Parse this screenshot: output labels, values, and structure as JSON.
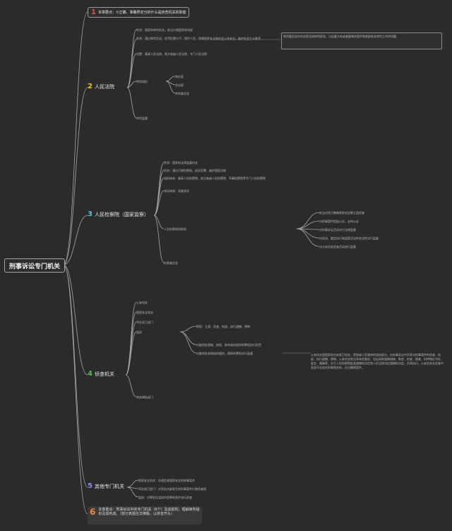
{
  "root": {
    "title": "刑事诉讼专门机关"
  },
  "branches": [
    {
      "num": "1",
      "num_color": "#d9534f",
      "label": "本章要点：①正确、准确界定分析什么是侦查机关的职能",
      "active": false
    },
    {
      "num": "2",
      "num_color": "#f0c419",
      "label": "人民法院",
      "active": false
    },
    {
      "num": "3",
      "num_color": "#5bc0de",
      "label": "人民检察院（国家监察）",
      "active": false
    },
    {
      "num": "4",
      "num_color": "#5cb85c",
      "label": "侦查机关",
      "active": false
    },
    {
      "num": "5",
      "num_color": "#7f8fff",
      "label": "其他专门机关",
      "active": false
    },
    {
      "num": "6",
      "num_color": "#f0883e",
      "label": "本章重点：刑事诉讼中的专门机关（6个）及其职权；理解审判组织及其构成。（部分真题在法律版，以拼音开头）",
      "active": false
    }
  ],
  "court": {
    "items": [
      "性质：国家的审判机关，依法行使国家审判权",
      "职责：通过审判活动，惩罚犯罪分子，保护人民，保障国家安全和社会公共安全，维护社会主义秩序",
      "设置：最高人民法院、地方各级人民法院、专门人民法院",
      "审判组织",
      "审判监督"
    ],
    "sub": [
      "独任庭",
      "合议庭",
      "审判委员会"
    ],
    "note": "审判委员会的任务是总结审判经验，讨论重大的或者疑难的案件和其他有关审判工作的问题"
  },
  "procuratorate": {
    "items": [
      "性质：国家的法律监督机关",
      "任务：通过行使检察权，追诉犯罪，维护国家法制",
      "组织体系：最高人民检察院、地方各级人民检察院、军事检察院等专门人民检察院",
      "领导体制：双重领导",
      "人民检察院的职权",
      "检察委员会"
    ],
    "right": [
      "依法对贪污贿赂等职务犯罪立案侦查",
      "对刑事案件提起公诉、支持公诉",
      "对刑事诉讼活动实行法律监督",
      "对判决、裁定执行和监管活动的合法性实行监督",
      "对公安机关侦查活动进行监督"
    ]
  },
  "investigation": {
    "items": [
      "公安机关",
      "国家安全机关",
      "军队保卫部门",
      "监狱",
      "海关缉私部门"
    ],
    "sub": [
      "职权：立案、侦查、拘留、执行逮捕、预审",
      "对被判处管制、拘役、剥夺政治权利的罪犯执行刑罚",
      "对被判处有期徒刑缓刑、假释的罪犯执行监督"
    ],
    "long_note": "公安机关是国家的治安保卫机关，是各级人民政府的组成部分，在刑事诉讼中负责对刑事案件的侦查、拘留、执行逮捕、预审。公安机关依法享有侦查权，包括采取强制措施、勘验、检查、搜查、扣押物证书证、鉴定、通缉等，对于人民检察院批准逮捕的决定和人民法院决定逮捕的决定，负责执行。公安机关在侦查中发现不应追究刑事责任的，应当撤销案件。"
  },
  "others": {
    "items": [
      "国家安全机关：办理危害国家安全的刑事案件",
      "军队保卫部门：对军队内部发生的刑事案件行使侦查权",
      "监狱：对罪犯在监狱内犯罪的案件进行侦查"
    ]
  }
}
